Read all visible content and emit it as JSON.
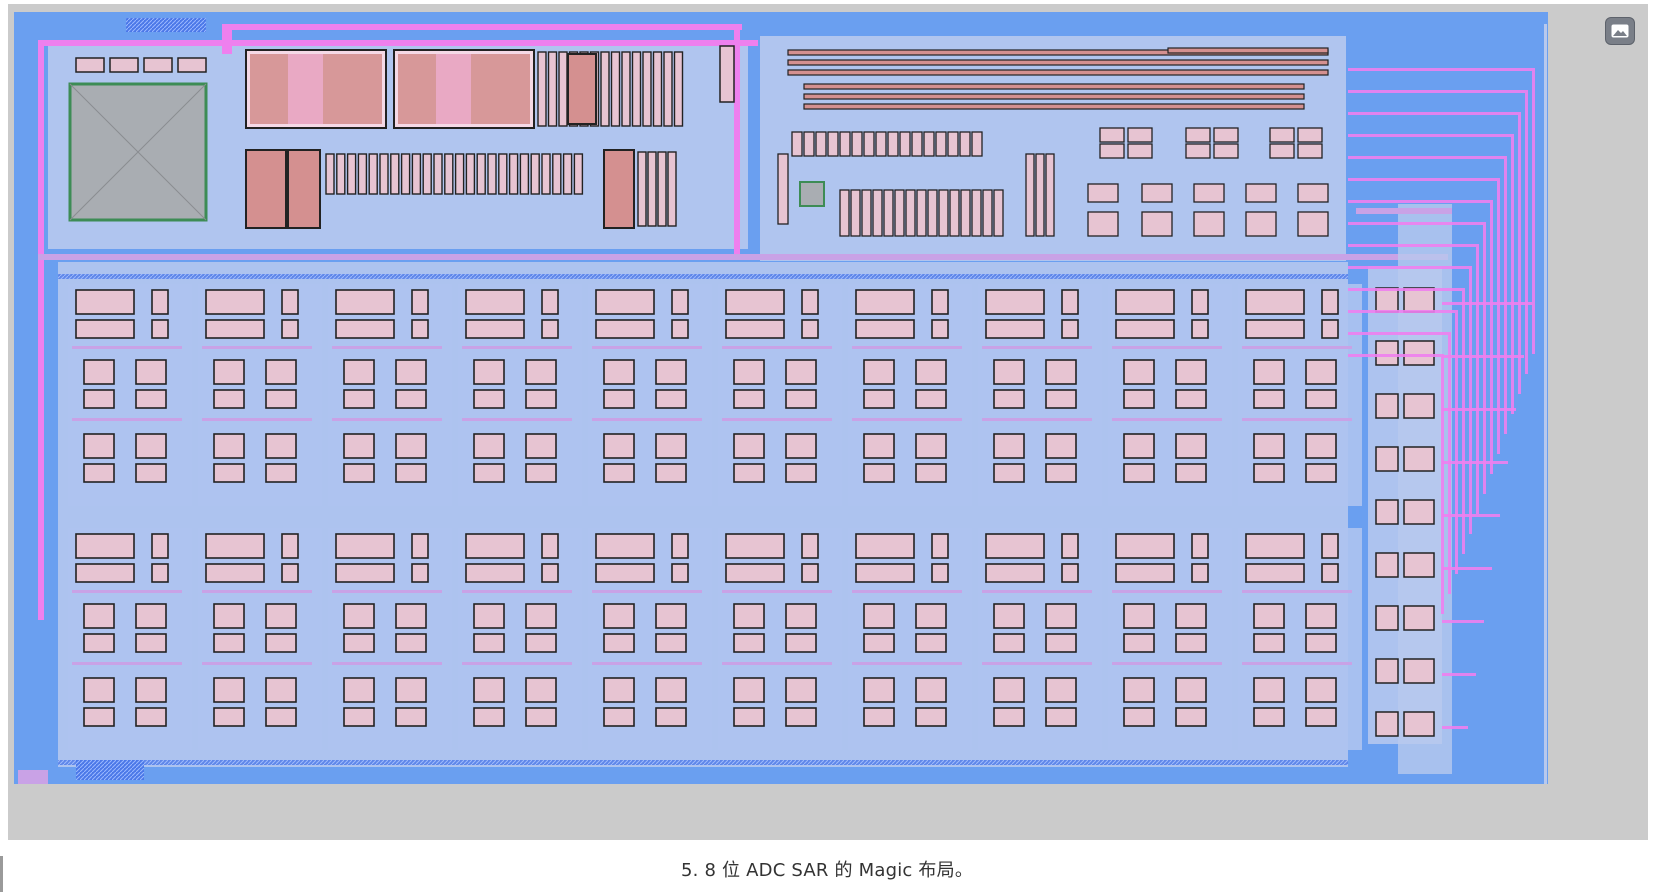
{
  "figure": {
    "caption": "5. 8 位 ADC SAR 的 Magic 布局。",
    "button_icon": "image-icon"
  },
  "colors": {
    "outer": "#cbcbcb",
    "substrate": "#6a9ff0",
    "nwell": "#b8c9ee",
    "metal1": "#c9a2e6",
    "metal2": "#ee80ee",
    "poly": "#d49090",
    "device": "#e7c4d2",
    "contact": "#222222",
    "diffusion": "#78e09a"
  },
  "layout": {
    "dac_columns": 10,
    "dac_rows": 2,
    "comparator_fingers": 15,
    "side_cells": 9
  }
}
